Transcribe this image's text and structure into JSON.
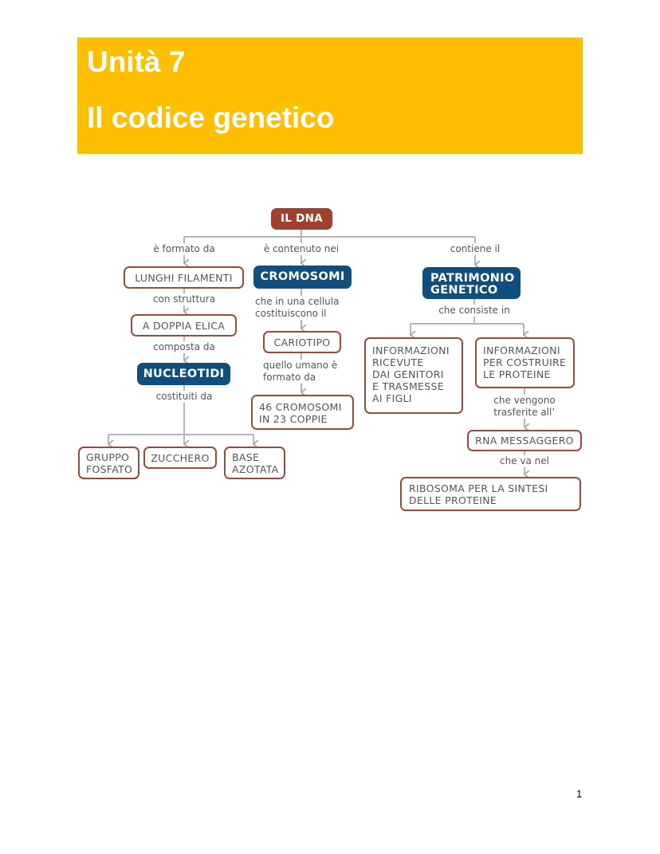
{
  "header": {
    "unit": "Unità 7",
    "title": "Il codice genetico",
    "color": "#fdbf00"
  },
  "map": {
    "root": "IL DNA",
    "links": {
      "formato": "è formato da",
      "contenuto": "è contenuto nei",
      "contiene": "contiene il",
      "struttura": "con struttura",
      "composta": "composta da",
      "costituiti": "costituiti da",
      "cellula": "che in una cellula\ncostituiscono il",
      "umano": "quello umano è\nformato da",
      "consiste": "che consiste in",
      "vengono": "che vengono\ntrasferite all’",
      "vanel": "che va nel"
    },
    "nodes": {
      "filamenti": "LUNGHI FILAMENTI",
      "elica": "A DOPPIA ELICA",
      "nucleotidi": "NUCLEOTIDI",
      "fosfato": "GRUPPO\nFOSFATO",
      "zucchero": "ZUCCHERO",
      "base": "BASE\nAZOTATA",
      "cromosomi": "CROMOSOMI",
      "cariotipo": "CARIOTIPO",
      "coppie": "46 CROMOSOMI\nIN 23 COPPIE",
      "patrimonio": "PATRIMONIO\nGENETICO",
      "info_genitori": "INFORMAZIONI\nRICEVUTE\nDAI GENITORI\nE TRASMESSE\nAI FIGLI",
      "info_proteine": "INFORMAZIONI\nPER COSTRUIRE\nLE PROTEINE",
      "rna": "RNA MESSAGGERO",
      "ribosoma": "RIBOSOMA PER LA SINTESI\nDELLE PROTEINE"
    },
    "colors": {
      "root": "#a33f2f",
      "key": "#0e4f7e",
      "border": "#9b4a3c"
    }
  },
  "page_number": "1"
}
